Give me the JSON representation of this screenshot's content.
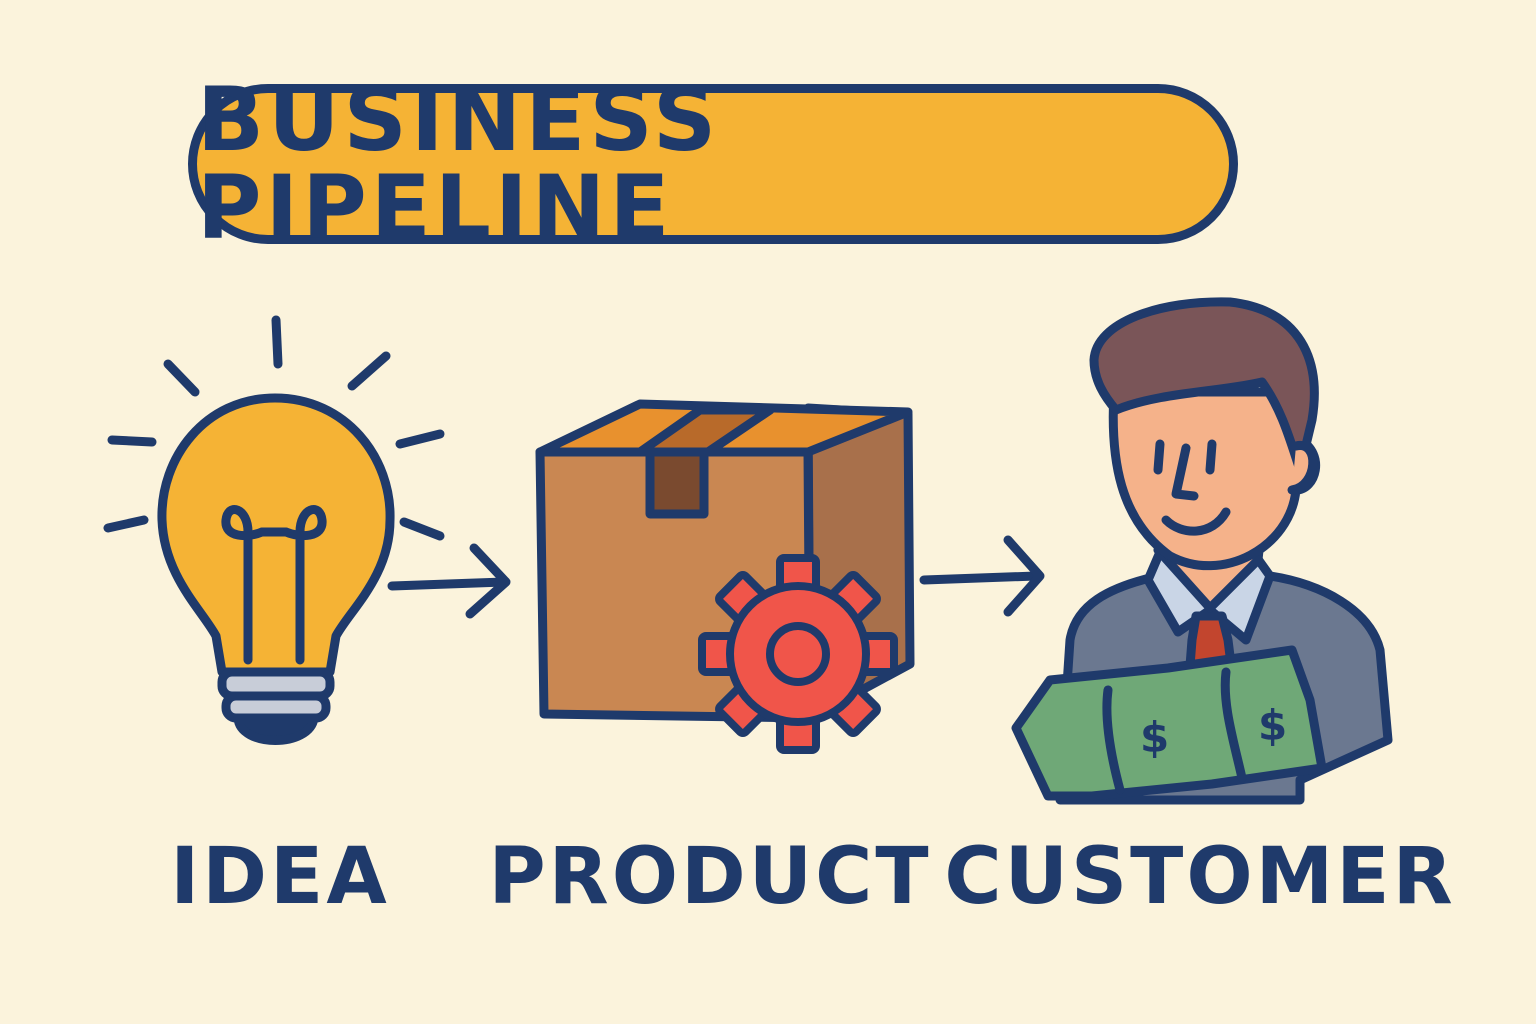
{
  "title": "BUSINESS PIPELINE",
  "stages": [
    {
      "label": "IDEA",
      "icon": "lightbulb-icon"
    },
    {
      "label": "PRODUCT",
      "icon": "box-gear-icon"
    },
    {
      "label": "CUSTOMER",
      "icon": "businessman-money-icon"
    }
  ],
  "colors": {
    "background": "#fbf3dc",
    "title_fill": "#f5b335",
    "ink": "#1f3a6b",
    "bulb": "#f5b335",
    "box": "#c98752",
    "gear": "#f0554a",
    "money": "#6fa877",
    "suit": "#6b7890"
  }
}
